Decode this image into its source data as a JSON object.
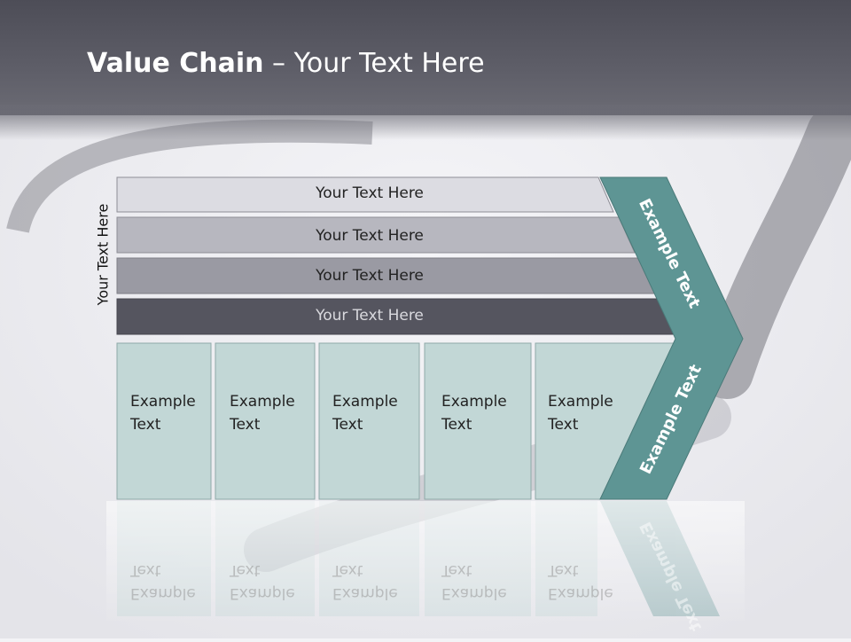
{
  "title": {
    "bold": "Value Chain",
    "rest": " – Your Text Here"
  },
  "side_label": "Your Text Here",
  "rows": [
    {
      "label": "Your Text Here"
    },
    {
      "label": "Your Text Here"
    },
    {
      "label": "Your Text Here"
    },
    {
      "label": "Your Text Here"
    }
  ],
  "cells": [
    {
      "line1": "Example",
      "line2": "Text"
    },
    {
      "line1": "Example",
      "line2": "Text"
    },
    {
      "line1": "Example",
      "line2": "Text"
    },
    {
      "line1": "Example",
      "line2": "Text"
    },
    {
      "line1": "Example",
      "line2": "Text"
    }
  ],
  "chevron": {
    "top_label": "Example Text",
    "bottom_label": "Example Text"
  },
  "colors": {
    "header": "#5e5e68",
    "row1": "#dcdce2",
    "row2": "#b7b7bf",
    "row3": "#9a9aa3",
    "row4": "#55555f",
    "cell": "#c2d7d6",
    "chevron": "#5e9594"
  }
}
